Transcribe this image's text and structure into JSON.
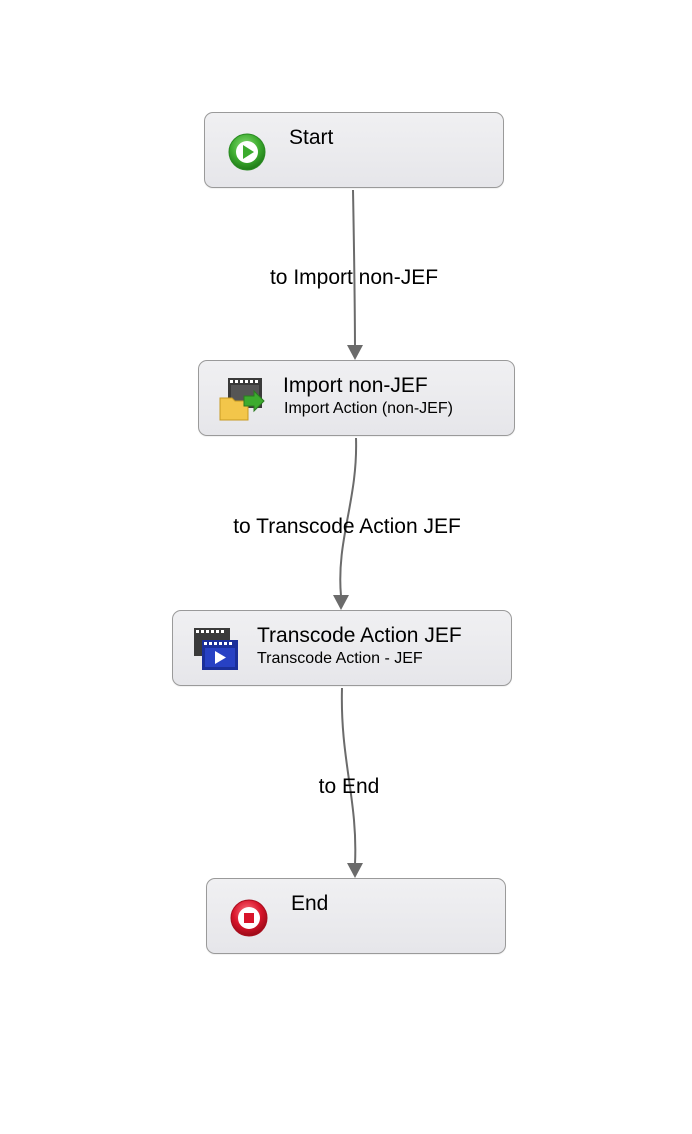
{
  "diagram": {
    "nodes": [
      {
        "id": "start",
        "title": "Start",
        "subtitle": "",
        "icon": "start-play-icon"
      },
      {
        "id": "import",
        "title": "Import non-JEF",
        "subtitle": "Import Action (non-JEF)",
        "icon": "import-film-folder-icon"
      },
      {
        "id": "transcode",
        "title": "Transcode Action JEF",
        "subtitle": "Transcode Action - JEF",
        "icon": "transcode-film-icon"
      },
      {
        "id": "end",
        "title": "End",
        "subtitle": "",
        "icon": "end-stop-icon"
      }
    ],
    "edges": [
      {
        "from": "start",
        "to": "import",
        "label": "to Import non-JEF"
      },
      {
        "from": "import",
        "to": "transcode",
        "label": "to Transcode Action JEF"
      },
      {
        "from": "transcode",
        "to": "end",
        "label": "to End"
      }
    ]
  },
  "colors": {
    "node_fill": "#eaeaee",
    "node_border": "#9a9a9a",
    "edge": "#6b6b6b",
    "start_green": "#3cab2e",
    "end_red": "#d8142a",
    "film_dark": "#3a3a3a",
    "folder_yellow": "#f3c64a",
    "transcode_blue": "#1a2f9a"
  }
}
